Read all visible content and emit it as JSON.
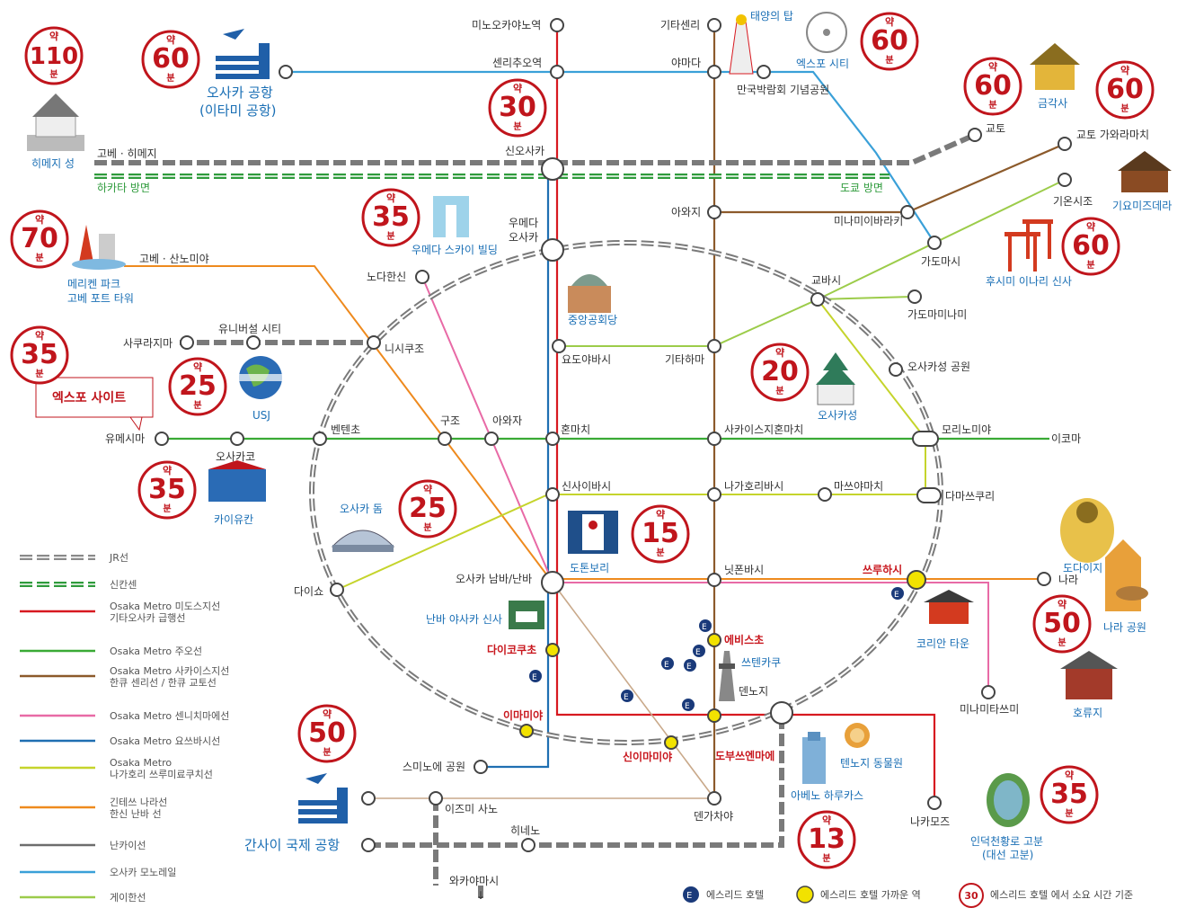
{
  "lines": [
    {
      "id": "jr",
      "label": "JR선",
      "color": "#8a8a8a"
    },
    {
      "id": "shinkansen",
      "label": "신칸센",
      "color": "#2f9b3c"
    },
    {
      "id": "midosuji",
      "label": "Osaka Metro 미도스지선\n기타오사카 급행선",
      "color": "#d71920"
    },
    {
      "id": "chuo",
      "label": "Osaka Metro 주오선",
      "color": "#3aaa35"
    },
    {
      "id": "sakaisuji",
      "label": "Osaka Metro 사카이스지선\n한큐 센리선 / 한큐 교토선",
      "color": "#8c5a2b"
    },
    {
      "id": "sennichimae",
      "label": "Osaka Metro 센니치마에선",
      "color": "#e86aa6"
    },
    {
      "id": "yotsubashi",
      "label": "Osaka Metro 요쓰바시선",
      "color": "#1f6fb2"
    },
    {
      "id": "nagahori",
      "label": "Osaka Metro\n나가호리 쓰루미료쿠치선",
      "color": "#c5d42c"
    },
    {
      "id": "kintetsu",
      "label": "긴테쓰 나라선\n한신 난바 선",
      "color": "#ee8a1e"
    },
    {
      "id": "nankai",
      "label": "난카이선",
      "color": "#6d6d6d"
    },
    {
      "id": "monorail",
      "label": "오사카 모노레일",
      "color": "#3aa0d8"
    },
    {
      "id": "keihan",
      "label": "게이한선",
      "color": "#9ccc4a"
    }
  ],
  "legend_bottom": {
    "hotel": "에스리드 호텔",
    "near_station": "에스리드 호텔 가까운 역",
    "time_basis": "에스리드 호텔 에서 소요 시간 기준",
    "time_example": "30"
  },
  "time_prefix": "약",
  "time_suffix": "분",
  "times": [
    {
      "id": "himeji",
      "value": "110"
    },
    {
      "id": "itami",
      "value": "60"
    },
    {
      "id": "shinosaka",
      "value": "30"
    },
    {
      "id": "expocity",
      "value": "60"
    },
    {
      "id": "kinkakuji",
      "value": "60"
    },
    {
      "id": "kiyomizu",
      "value": "60"
    },
    {
      "id": "fushimi",
      "value": "60"
    },
    {
      "id": "umedasky",
      "value": "35"
    },
    {
      "id": "kobe",
      "value": "70"
    },
    {
      "id": "expo",
      "value": "35"
    },
    {
      "id": "usj",
      "value": "25"
    },
    {
      "id": "osakajo",
      "value": "20"
    },
    {
      "id": "kaiyukan",
      "value": "35"
    },
    {
      "id": "dome",
      "value": "25"
    },
    {
      "id": "dotonbori",
      "value": "15"
    },
    {
      "id": "nara",
      "value": "50"
    },
    {
      "id": "kansai",
      "value": "50"
    },
    {
      "id": "tennoji",
      "value": "13"
    },
    {
      "id": "kofun",
      "value": "35"
    }
  ],
  "stations": {
    "minoo": "미노오카야노역",
    "senri": "센리추오역",
    "kitasenri": "기타센리",
    "yamada": "야마다",
    "expomemorial": "만국박람회 기념공원",
    "shinosaka": "신오사카",
    "awaji": "아와지",
    "minamiibaraki": "미나미이바라키",
    "umeda": "우메다\n오사카",
    "kobe_himeji": "고베 · 히메지",
    "hakata": "하카타 방면",
    "tokyo": "도쿄 방면",
    "kyoto": "교토",
    "kawaramachi": "교토 가와라마치",
    "gion": "기온시조",
    "kadoma": "가도마시",
    "noda": "노다한신",
    "kobesannomiya": "고베 · 산노미야",
    "kyobashi": "교바시",
    "kadomaminami": "가도마미나미",
    "yodoyabashi": "요도야바시",
    "kitahama": "기타하마",
    "osakajokoen": "오사카성 공원",
    "sakurajima": "사쿠라지마",
    "univcity": "유니버설 시티",
    "nishikujo": "니시쿠조",
    "yumeshima": "유메시마",
    "osakako": "오사카코",
    "bentencho": "벤텐초",
    "kujo": "구조",
    "awaza": "아와자",
    "hommachi": "혼마치",
    "sakaisujihommachi": "사카이스지혼마치",
    "morinomiya": "모리노미야",
    "ikoma": "이코마",
    "shinsaibashi": "신사이바시",
    "nagahoribashi": "나가호리바시",
    "matsuyamachi": "마쓰야마치",
    "tamatsukuri": "다마쓰쿠리",
    "namba": "오사카 남바/난바",
    "nipponbashi": "닛폰바시",
    "tsuruhashi": "쓰루하시",
    "nara": "나라",
    "taisho": "다이쇼",
    "daikokucho": "다이코쿠초",
    "ebisucho": "에비스초",
    "imamiya": "이마미야",
    "shinimamiya": "신이마미야",
    "dobutsuen": "도부쓰엔마에",
    "tennoji": "덴노지",
    "minamitanabe": "미나미타쓰미",
    "sumiyoshi": "스미노에 공원",
    "tengachaya": "덴가차야",
    "izumisano": "이즈미 사노",
    "nakamozu": "나카모즈",
    "hineno": "히네노",
    "wakayamashi": "와카야마시\n↓"
  },
  "landmarks": {
    "himeji": "히메지 성",
    "itami": "오사카 공항\n(이타미 공항)",
    "tower": "태양의 탑",
    "expocity": "엑스포 시티",
    "kinkakuji": "금각사",
    "kiyomizu": "기요미즈데라",
    "fushimi": "후시미 이나리 신사",
    "umedasky": "우메다 스카이 빌딩",
    "kobe": "메리켄 파크\n고베 포트 타워",
    "expo": "엑스포 사이트",
    "usj": "USJ",
    "chuokokaido": "중앙공회당",
    "osakajo": "오사카성",
    "kaiyukan": "카이유칸",
    "dome": "오사카 돔",
    "dotonbori": "도톤보리",
    "todaiji": "도다이지",
    "narapark": "나라 공원",
    "horyuji": "호류지",
    "koreatown": "코리안 타운",
    "yasaka": "난바 야사카 신사",
    "tsutenkaku": "쓰텐카쿠",
    "zoo": "텐노지 동물원",
    "harukas": "아베노 하루카스",
    "kansai": "간사이 국제 공항",
    "kofun": "인덕천황로 고분\n(대선 고분)"
  }
}
